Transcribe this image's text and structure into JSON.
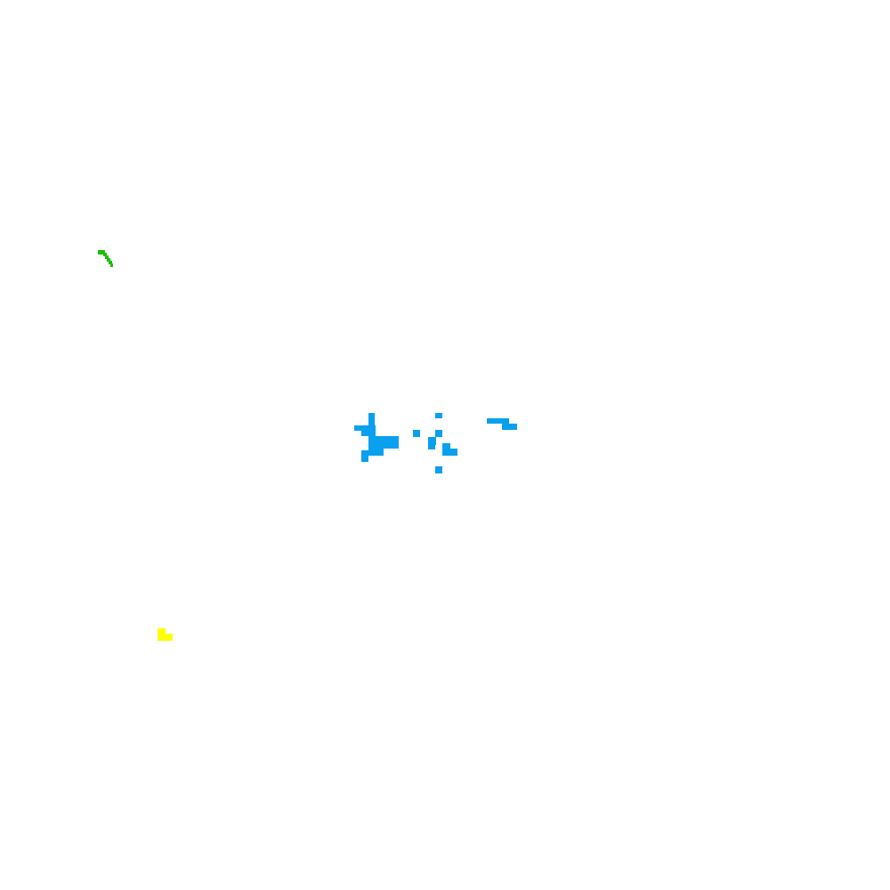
{
  "colors": {
    "background": "#ffffff",
    "green": "#19c000",
    "blue": "#0aa0f0",
    "yellow": "#ffff00"
  },
  "entities": [
    {
      "name": "green-snake",
      "color_key": "green"
    },
    {
      "name": "blue-cluster-left",
      "color_key": "blue"
    },
    {
      "name": "blue-cluster-middle",
      "color_key": "blue"
    },
    {
      "name": "blue-bar-right",
      "color_key": "blue"
    },
    {
      "name": "yellow-piece",
      "color_key": "yellow"
    }
  ]
}
